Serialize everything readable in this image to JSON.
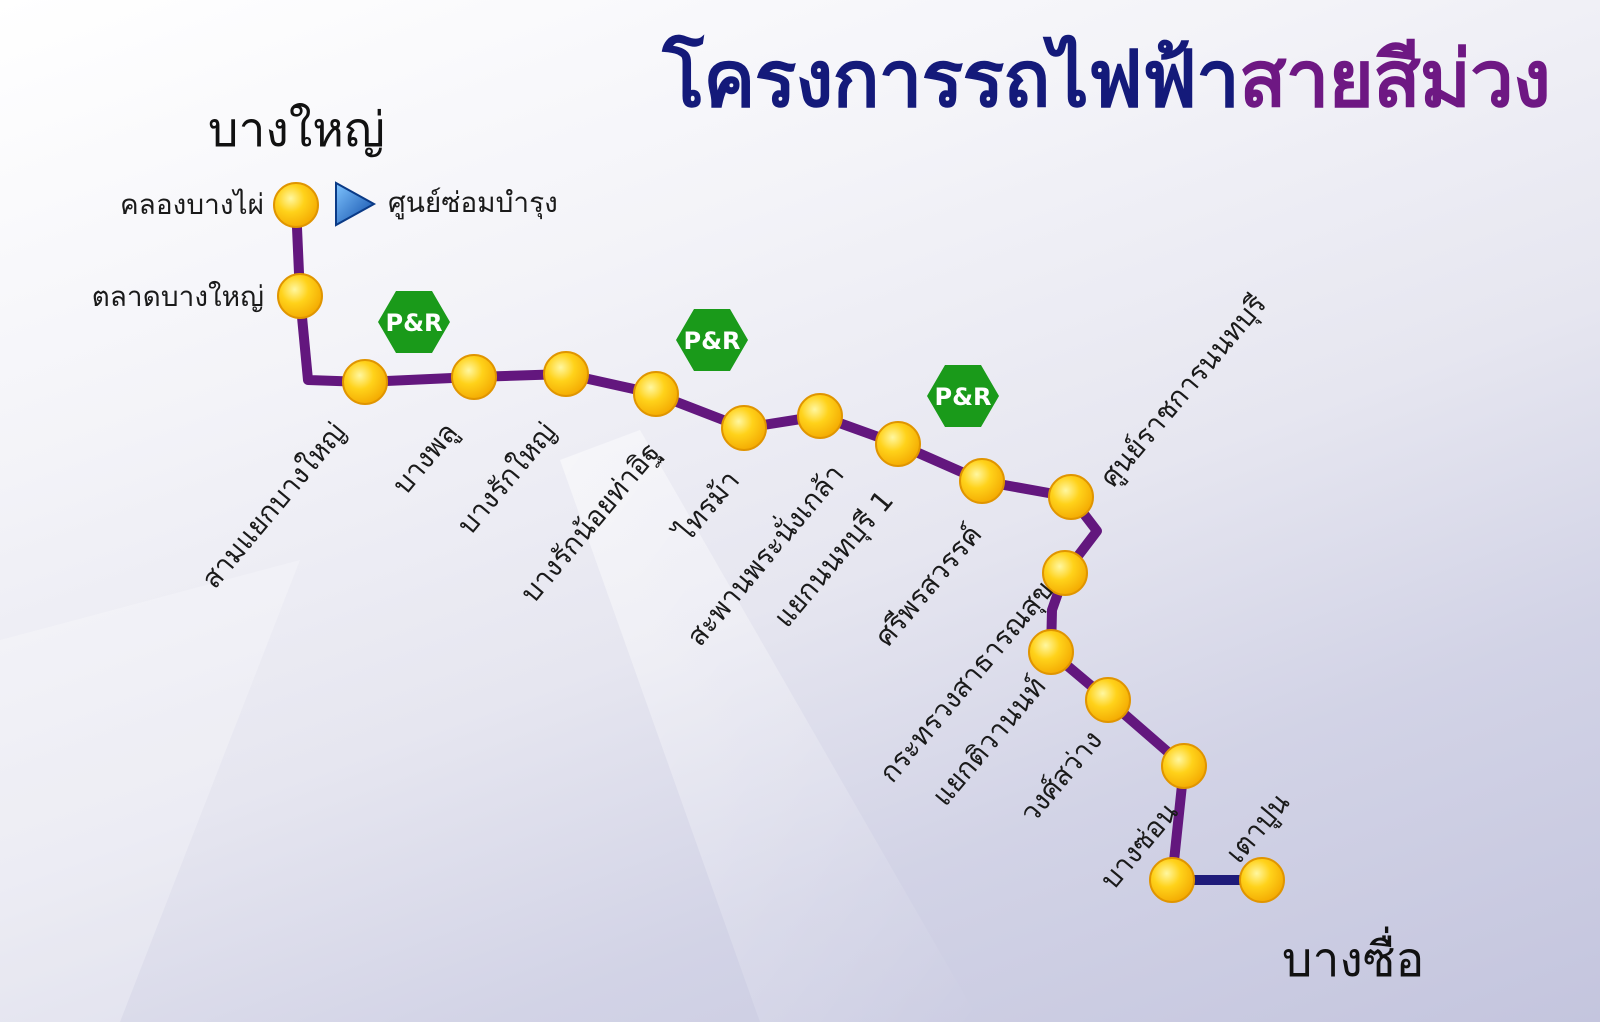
{
  "title": {
    "part1": "โครงการรถไฟฟ้า",
    "part2": "สายสีม่วง"
  },
  "termini": {
    "start": "บางใหญ่",
    "end": "บางซื่อ"
  },
  "depot": {
    "label": "ศูนย์ซ่อมบำรุง",
    "icon": "triangle-play-icon"
  },
  "park_and_ride": {
    "label": "P&R",
    "color": "#1a9a1a"
  },
  "colors": {
    "line_purple": "#63177e",
    "line_navy": "#1f1b7a",
    "station_gold": "#ffcc00",
    "title_navy": "#141a7a",
    "title_purple": "#6e1883"
  },
  "stations": [
    "คลองบางไผ่",
    "ตลาดบางใหญ่",
    "สามแยกบางใหญ่",
    "บางพลู",
    "บางรักใหญ่",
    "บางรักน้อยท่าอิฐ",
    "ไทรม้า",
    "สะพานพระนั่งเกล้า",
    "แยกนนทบุรี 1",
    "ศรีพรสวรรค์",
    "ศูนย์ราชการนนทบุรี",
    "กระทรวงสาธารณสุข",
    "แยกติวานนท์",
    "วงศ์สว่าง",
    "บางซ่อน",
    "เตาปูน"
  ]
}
